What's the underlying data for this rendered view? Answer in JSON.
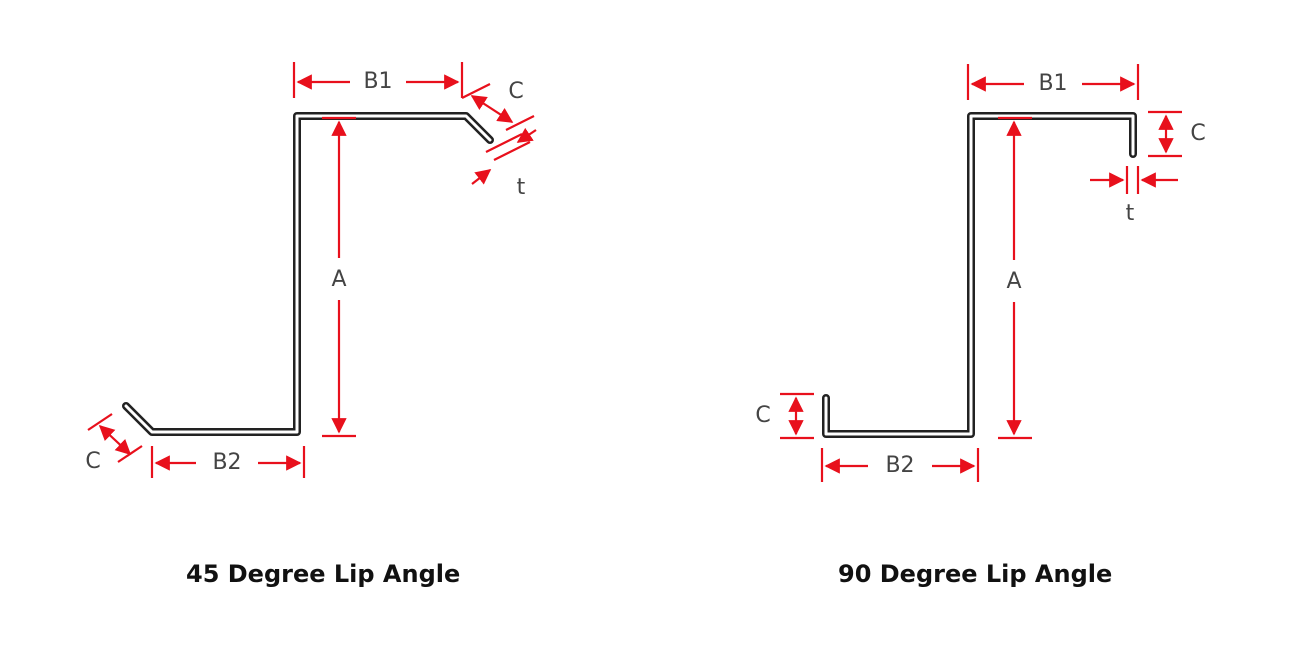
{
  "colors": {
    "dimension": "#e8101c",
    "profile": "#222222",
    "label": "#444444",
    "caption": "#111111"
  },
  "diagrams": [
    {
      "caption": "45 Degree Lip Angle",
      "labels": {
        "b1": "B1",
        "b2": "B2",
        "a": "A",
        "c_top": "C",
        "c_bottom": "C",
        "t": "t"
      }
    },
    {
      "caption": "90 Degree Lip Angle",
      "labels": {
        "b1": "B1",
        "b2": "B2",
        "a": "A",
        "c_top": "C",
        "c_bottom": "C",
        "t": "t"
      }
    }
  ]
}
